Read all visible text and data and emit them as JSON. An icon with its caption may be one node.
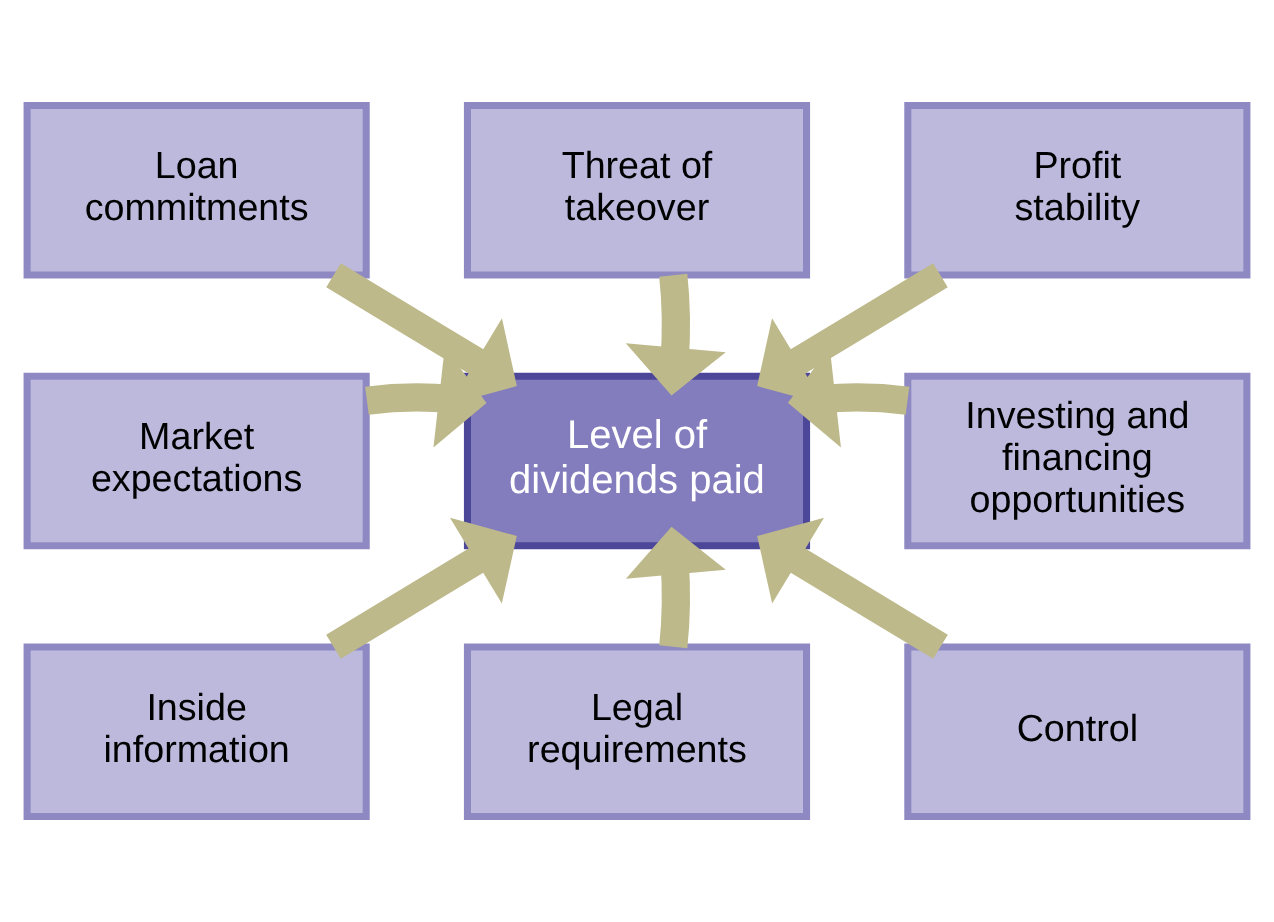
{
  "diagram": {
    "nodes": [
      {
        "text": [
          "Loan commitments"
        ]
      },
      {
        "text": [
          "Threat of takeover"
        ]
      },
      {
        "text": [
          "Profit stability"
        ]
      },
      {
        "text": [
          "Market expectations"
        ]
      },
      {
        "text": [
          "Level of dividends paid"
        ]
      },
      {
        "text": [
          "Investing and financing opportunities"
        ]
      },
      {
        "text": [
          "Inside information"
        ]
      },
      {
        "text": [
          "Legal requirements"
        ]
      },
      {
        "text": [
          "Control"
        ]
      }
    ],
    "edges": [
      {
        "from": 0,
        "to": 4,
        "arrow": "to"
      },
      {
        "from": 1,
        "to": 4,
        "arrow": "to"
      },
      {
        "from": 2,
        "to": 4,
        "arrow": "to"
      },
      {
        "from": 3,
        "to": 4,
        "arrow": "to"
      },
      {
        "from": 5,
        "to": 4,
        "arrow": "to"
      },
      {
        "from": 6,
        "to": 4,
        "arrow": "to"
      },
      {
        "from": 7,
        "to": 4,
        "arrow": "to"
      },
      {
        "from": 8,
        "to": 4,
        "arrow": "to"
      }
    ]
  }
}
